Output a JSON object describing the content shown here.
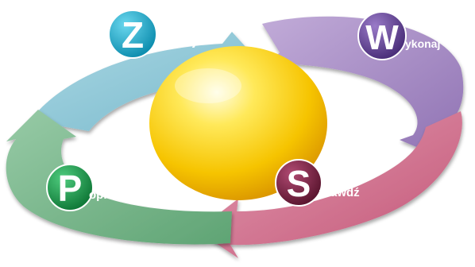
{
  "steps": [
    {
      "key": "plan",
      "initial": "Z",
      "rest": "aplanuj",
      "badge_color": "#1ab0cf",
      "arrow_color": "#8fc7d6"
    },
    {
      "key": "do",
      "initial": "W",
      "rest": "ykonaj",
      "badge_color": "#6a4a9a",
      "arrow_color": "#a58cc2"
    },
    {
      "key": "check",
      "initial": "S",
      "rest": "prawdź",
      "badge_color": "#7d2848",
      "arrow_color": "#d06f8c"
    },
    {
      "key": "act",
      "initial": "P",
      "rest": "opraw",
      "badge_color": "#1c9a4c",
      "arrow_color": "#7ab98c"
    }
  ],
  "center_color": "#f6c400"
}
